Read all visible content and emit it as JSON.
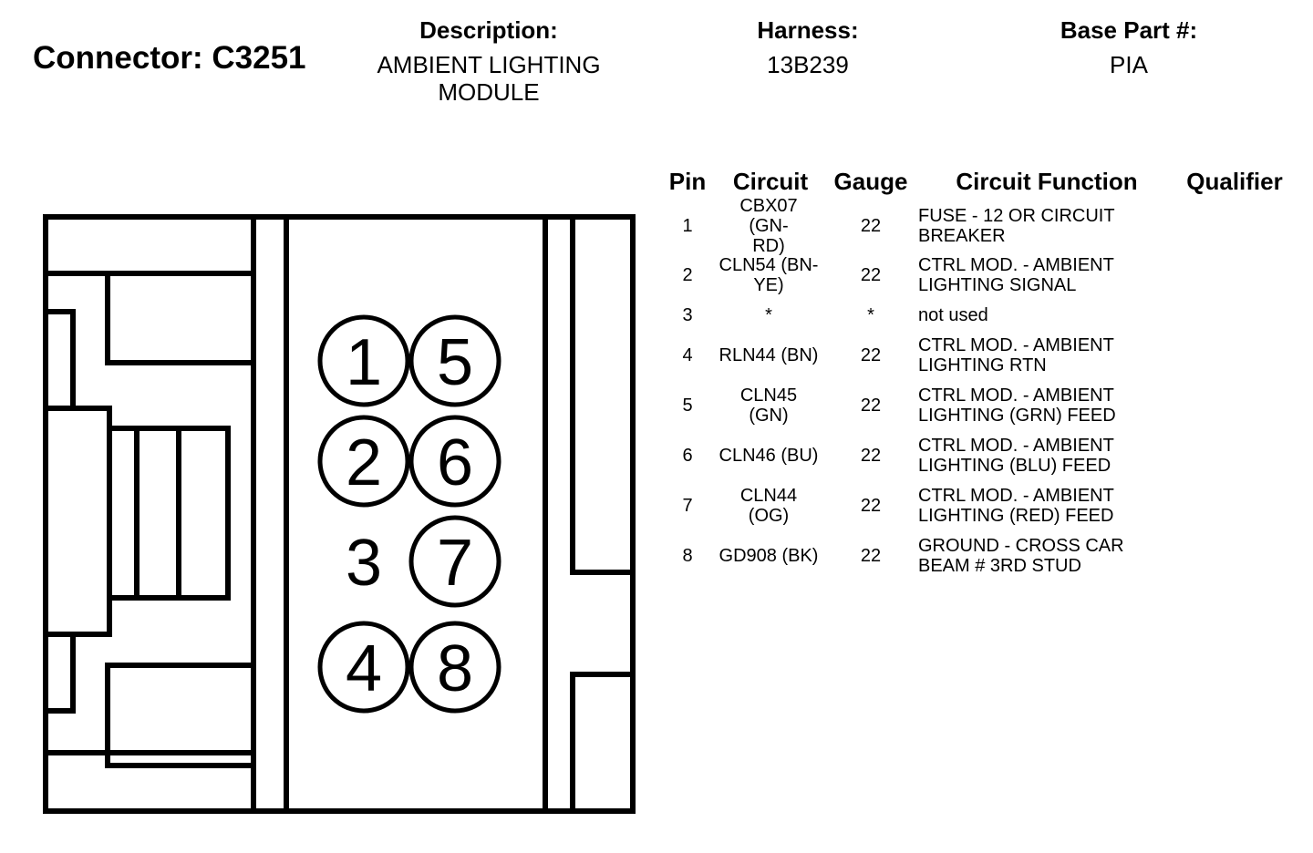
{
  "header": {
    "connector_label": "Connector: C3251",
    "description_label": "Description:",
    "description_value": "AMBIENT LIGHTING\nMODULE",
    "harness_label": "Harness:",
    "harness_value": "13B239",
    "base_part_label": "Base Part #:",
    "base_part_value": "PIA"
  },
  "connector": {
    "pins": [
      "1",
      "2",
      "3",
      "4",
      "5",
      "6",
      "7",
      "8"
    ]
  },
  "table": {
    "headers": {
      "pin": "Pin",
      "circuit": "Circuit",
      "gauge": "Gauge",
      "function": "Circuit Function",
      "qualifier": "Qualifier"
    },
    "rows": [
      {
        "pin": "1",
        "circuit": "CBX07 (GN-\nRD)",
        "gauge": "22",
        "function": "FUSE - 12 OR CIRCUIT\nBREAKER",
        "qualifier": ""
      },
      {
        "pin": "2",
        "circuit": "CLN54 (BN-\nYE)",
        "gauge": "22",
        "function": "CTRL MOD. - AMBIENT\nLIGHTING SIGNAL",
        "qualifier": ""
      },
      {
        "pin": "3",
        "circuit": "*",
        "gauge": "*",
        "function": "not used",
        "qualifier": ""
      },
      {
        "pin": "4",
        "circuit": "RLN44 (BN)",
        "gauge": "22",
        "function": "CTRL MOD. - AMBIENT\nLIGHTING RTN",
        "qualifier": ""
      },
      {
        "pin": "5",
        "circuit": "CLN45 (GN)",
        "gauge": "22",
        "function": "CTRL MOD. - AMBIENT\nLIGHTING (GRN) FEED",
        "qualifier": ""
      },
      {
        "pin": "6",
        "circuit": "CLN46 (BU)",
        "gauge": "22",
        "function": "CTRL MOD. - AMBIENT\nLIGHTING (BLU) FEED",
        "qualifier": ""
      },
      {
        "pin": "7",
        "circuit": "CLN44 (OG)",
        "gauge": "22",
        "function": "CTRL MOD. - AMBIENT\nLIGHTING (RED) FEED",
        "qualifier": ""
      },
      {
        "pin": "8",
        "circuit": "GD908 (BK)",
        "gauge": "22",
        "function": "GROUND - CROSS CAR\nBEAM # 3RD STUD",
        "qualifier": ""
      }
    ]
  }
}
